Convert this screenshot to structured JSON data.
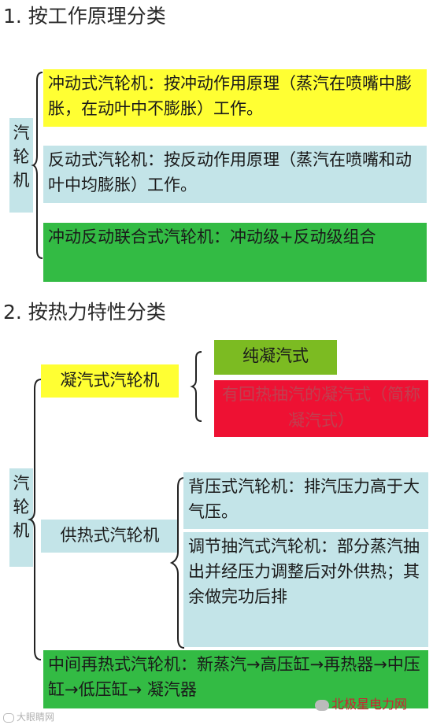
{
  "section1": {
    "title": "1.   按工作原理分类",
    "group_label": "汽\n轮\n机",
    "items": [
      {
        "text": "冲动式汽轮机：按冲动作用原理（蒸汽在喷嘴中膨胀，在动叶中不膨胀）工作。",
        "color": "#ffff33"
      },
      {
        "text": "反动式汽轮机：按反动作用原理（蒸汽在喷嘴和动叶中均膨胀）工作。",
        "color": "#c3e4e8"
      },
      {
        "text": "冲动反动联合式汽轮机：冲动级+反动级组合",
        "color": "#33bb44"
      }
    ]
  },
  "section2": {
    "title": "2. 按热力特性分类",
    "group_label": "汽\n轮\n机",
    "condensing": {
      "label": "凝汽式汽轮机",
      "sub": [
        {
          "text": "纯凝汽式",
          "color": "#7cbb22"
        },
        {
          "text": "有回热抽汽的凝汽式（简称凝汽式）",
          "color": "#ee1133"
        }
      ]
    },
    "heating": {
      "label": "供热式汽轮机",
      "sub": [
        {
          "text": "背压式汽轮机：排汽压力高于大气压。",
          "color": "#c3e4e8"
        },
        {
          "text": "调节抽汽式汽轮机：部分蒸汽抽出并经压力调整后对外供热；其余做完功后排",
          "color": "#c3e4e8"
        }
      ]
    },
    "reheat": {
      "text": "中间再热式汽轮机：新蒸汽→高压缸→再热器→中压缸→低压缸→ 凝汽器",
      "color": "#33bb44"
    }
  },
  "watermark": {
    "right": "北极星电力网",
    "left": "大眼睛网"
  }
}
